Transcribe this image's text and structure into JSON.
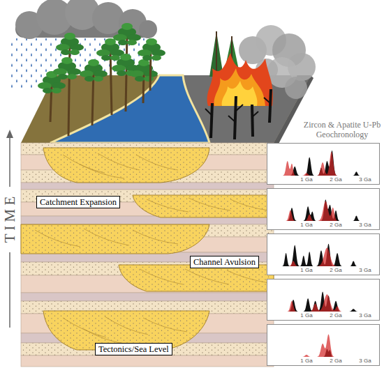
{
  "diagram": {
    "nodes": [
      {
        "text": [
          "1 Ga",
          "2 Ga",
          "3 Ga"
        ]
      },
      {
        "text": [
          "1 Ga",
          "2 Ga",
          "3 Ga"
        ]
      },
      {
        "text": [
          "Catchment Expansion"
        ]
      },
      {
        "text": [
          "1 Ga",
          "2 Ga",
          "3 Ga"
        ]
      },
      {
        "text": [
          "Channel Avulsion"
        ]
      },
      {
        "text": [
          "1 Ga",
          "2 Ga",
          "3 Ga"
        ]
      },
      {
        "text": [
          "1 Ga",
          "2 Ga",
          "3 Ga"
        ]
      },
      {
        "text": [
          "Tectonics/Sea Level"
        ]
      }
    ],
    "labels": [
      "Zircon & Apatite U-Pb Geochronology",
      "T I M E"
    ]
  }
}
